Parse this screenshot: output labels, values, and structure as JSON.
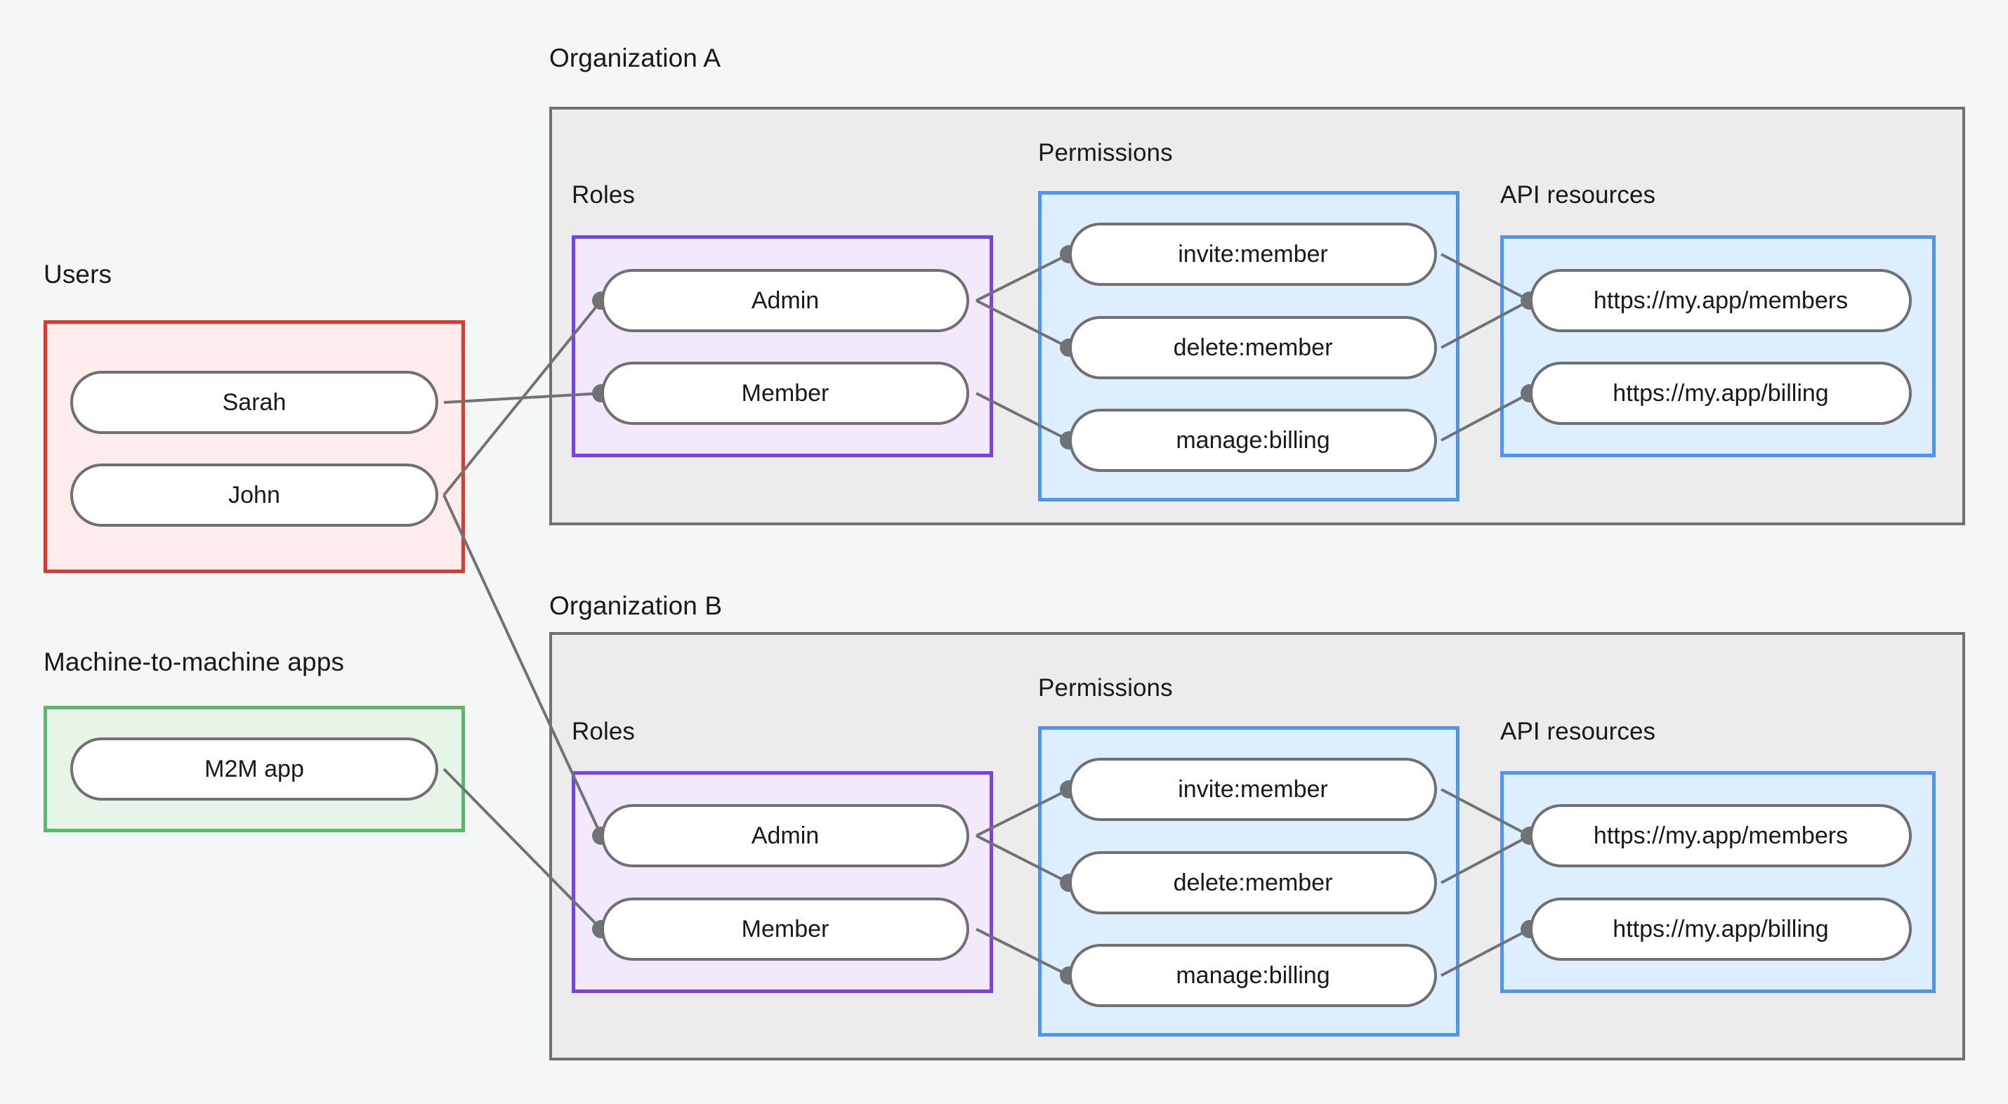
{
  "diagram": {
    "title_users": "Users",
    "title_m2m": "Machine-to-machine apps",
    "bg_color": "#f5f7f6"
  },
  "colors": {
    "users_border": "#e5362b",
    "users_fill": "#fdeceb",
    "m2m_border": "#59b96b",
    "m2m_fill": "#e6f5e8",
    "roles_border": "#7b3ff2",
    "roles_fill": "#f2e9fc",
    "permissions_border": "#4d94f5",
    "permissions_fill": "#ddeeff",
    "resources_border": "#4d94f5",
    "resources_fill": "#ddeeff",
    "org_border": "#707070",
    "org_fill": "#ececec",
    "pill_border": "#707070",
    "pill_fill": "#ffffff",
    "connector": "#6f7375"
  },
  "users": {
    "label": "Users",
    "items": [
      {
        "label": "Sarah"
      },
      {
        "label": "John"
      }
    ]
  },
  "m2m": {
    "label": "Machine-to-machine apps",
    "items": [
      {
        "label": "M2M app"
      }
    ]
  },
  "organizations": [
    {
      "label": "Organization A",
      "roles": {
        "label": "Roles",
        "items": [
          {
            "label": "Admin"
          },
          {
            "label": "Member"
          }
        ]
      },
      "permissions": {
        "label": "Permissions",
        "items": [
          {
            "label": "invite:member"
          },
          {
            "label": "delete:member"
          },
          {
            "label": "manage:billing"
          }
        ]
      },
      "resources": {
        "label": "API resources",
        "items": [
          {
            "label": "https://my.app/members"
          },
          {
            "label": "https://my.app/billing"
          }
        ]
      }
    },
    {
      "label": "Organization B",
      "roles": {
        "label": "Roles",
        "items": [
          {
            "label": "Admin"
          },
          {
            "label": "Member"
          }
        ]
      },
      "permissions": {
        "label": "Permissions",
        "items": [
          {
            "label": "invite:member"
          },
          {
            "label": "delete:member"
          },
          {
            "label": "manage:billing"
          }
        ]
      },
      "resources": {
        "label": "API resources",
        "items": [
          {
            "label": "https://my.app/members"
          },
          {
            "label": "https://my.app/billing"
          }
        ]
      }
    }
  ],
  "connections": [
    {
      "from": "Sarah",
      "to": "Organization A / Member"
    },
    {
      "from": "John",
      "to": "Organization A / Admin"
    },
    {
      "from": "John",
      "to": "Organization B / Admin"
    },
    {
      "from": "M2M app",
      "to": "Organization B / Member"
    },
    {
      "from": "Organization A / Admin",
      "to": "invite:member"
    },
    {
      "from": "Organization A / Admin",
      "to": "delete:member"
    },
    {
      "from": "Organization A / Member",
      "to": "manage:billing"
    },
    {
      "from": "Organization A / invite:member",
      "to": "https://my.app/members"
    },
    {
      "from": "Organization A / delete:member",
      "to": "https://my.app/members"
    },
    {
      "from": "Organization A / manage:billing",
      "to": "https://my.app/billing"
    },
    {
      "from": "Organization B / Admin",
      "to": "invite:member"
    },
    {
      "from": "Organization B / Admin",
      "to": "delete:member"
    },
    {
      "from": "Organization B / Member",
      "to": "manage:billing"
    },
    {
      "from": "Organization B / invite:member",
      "to": "https://my.app/members"
    },
    {
      "from": "Organization B / delete:member",
      "to": "https://my.app/members"
    },
    {
      "from": "Organization B / manage:billing",
      "to": "https://my.app/billing"
    }
  ]
}
